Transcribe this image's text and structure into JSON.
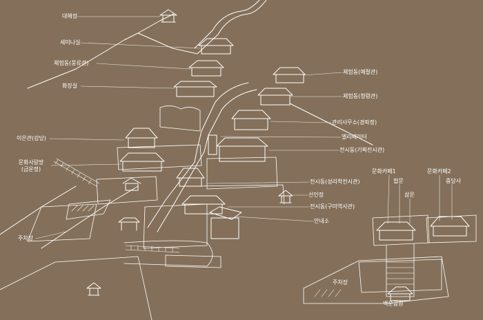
{
  "labels": {
    "daehaejeong": "대해정",
    "seminar": "세미나실",
    "exp_pungryu": "체험동(풍류관)",
    "restroom": "화장실",
    "ieungwan": "이은관(강당)",
    "plaza_1": "문화사랑방",
    "plaza_2": "(금운정)",
    "parking_left": "주차장",
    "exp_yejeol": "체험동(예절관)",
    "exp_cheongryeom": "체험동(청렴관)",
    "office": "관리사무소(경파정)",
    "elevator": "엘리베이터",
    "hall_planned": "전시동(기획전시관)",
    "hall_seongni": "전시동(성리학전시관)",
    "seoninjeong": "선인정",
    "hall_gumi": "전시동(구미역사관)",
    "info": "안내소",
    "cafe1": "문화카페1",
    "cafe2": "문화카페2",
    "hyeopmun": "협문",
    "sammun": "삼문",
    "jungdangsa": "중당사",
    "parking_right": "주차장",
    "baekun_park": "백운공원"
  },
  "colors": {
    "background": "#84705a",
    "line": "#ffffff"
  }
}
